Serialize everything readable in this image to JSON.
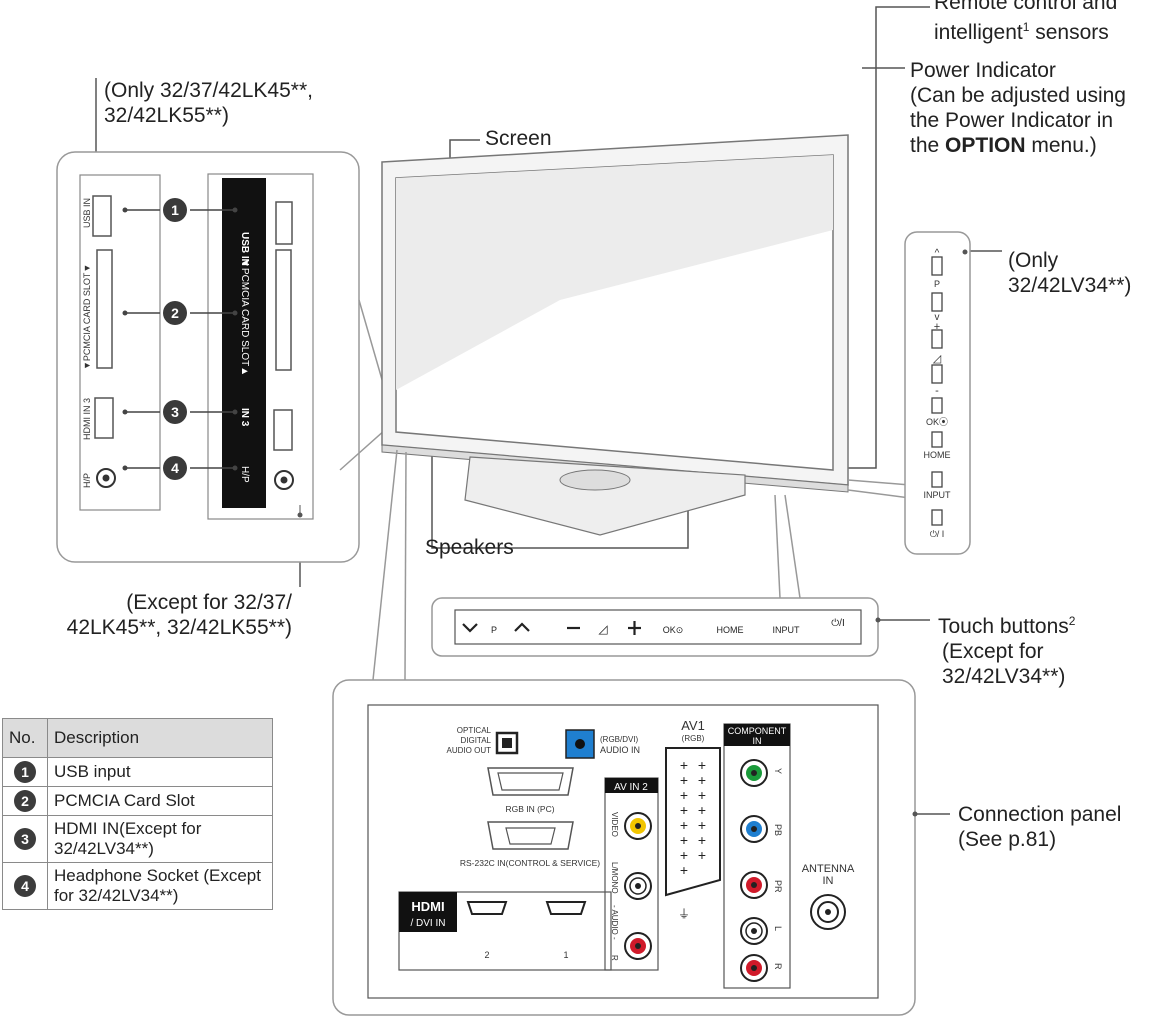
{
  "labels": {
    "remote_sensor_line1": "Remote control and",
    "remote_sensor_line2_a": "intelligent",
    "remote_sensor_sup": "1",
    "remote_sensor_line2_b": " sensors",
    "power_ind_1": "Power Indicator",
    "power_ind_2": "(Can be adjusted using",
    "power_ind_3": "the Power Indicator in",
    "power_ind_4_a": "the ",
    "power_ind_4_bold": "OPTION",
    "power_ind_4_b": " menu.)",
    "screen": "Screen",
    "only_lk_1": "(Only 32/37/42LK45**,",
    "only_lk_2": "32/42LK55**)",
    "only_lv_1": "(Only",
    "only_lv_2": "32/42LV34**)",
    "speakers": "Speakers",
    "except_lk_1": "(Except for 32/37/",
    "except_lk_2": "42LK45**, 32/42LK55**)",
    "touch_1": "Touch buttons",
    "touch_sup": "2",
    "touch_2": "(Except for",
    "touch_3": "32/42LV34**)",
    "conn_1": "Connection panel",
    "conn_2": "(See p.81)"
  },
  "side_panel_left": {
    "usb": "USB IN",
    "pcmcia": "▼PCMCIA CARD SLOT▼",
    "hdmi": "HDMI IN 3",
    "hp": "H/P"
  },
  "side_panel_right": {
    "usb": "USB IN",
    "pcmcia": "▼PCMCIA CARD SLOT▲",
    "hdmi": "IN 3",
    "hp": "H/P"
  },
  "touch_buttons": [
    "P",
    "OK⊙",
    "HOME",
    "INPUT",
    "⏻/I"
  ],
  "vertical_buttons": [
    "P",
    "OK⦿",
    "HOME",
    "INPUT",
    "⏻/ I"
  ],
  "connection_panel": {
    "optical": [
      "OPTICAL",
      "DIGITAL",
      "AUDIO OUT"
    ],
    "audio_in": [
      "(RGB/DVI)",
      "AUDIO IN"
    ],
    "av1": "AV1",
    "av1_sub": "(RGB)",
    "component": "COMPONENT",
    "component_in": "IN",
    "av_in2": "AV IN 2",
    "rgb_in": "RGB IN (PC)",
    "rs232c": "RS-232C IN(CONTROL & SERVICE)",
    "video": "VIDEO",
    "lmono": "L/MONO",
    "audio": "- AUDIO -",
    "r": "R",
    "y": "Y",
    "pb": "PB",
    "pr": "PR",
    "l": "L",
    "antenna_1": "ANTENNA",
    "antenna_2": "IN",
    "hdmi_logo": "HDMI",
    "dvi_in": "/ DVI IN",
    "hdmi_2": "2",
    "hdmi_1": "1"
  },
  "table": {
    "headers": [
      "No.",
      "Description"
    ],
    "rows": [
      {
        "no": "1",
        "desc": "USB input"
      },
      {
        "no": "2",
        "desc": "PCMCIA Card Slot"
      },
      {
        "no": "3",
        "desc": "HDMI IN(Except for 32/42LV34**)"
      },
      {
        "no": "4",
        "desc": "Headphone Socket (Except for 32/42LV34**)"
      }
    ]
  },
  "callout_numbers": [
    "1",
    "2",
    "3",
    "4"
  ],
  "colors": {
    "line": "#8a8a8a",
    "panel": "#111111",
    "yellow": "#f2c500",
    "green": "#1a9a3a",
    "blue": "#1f7fd0",
    "red": "#d01a2a"
  }
}
